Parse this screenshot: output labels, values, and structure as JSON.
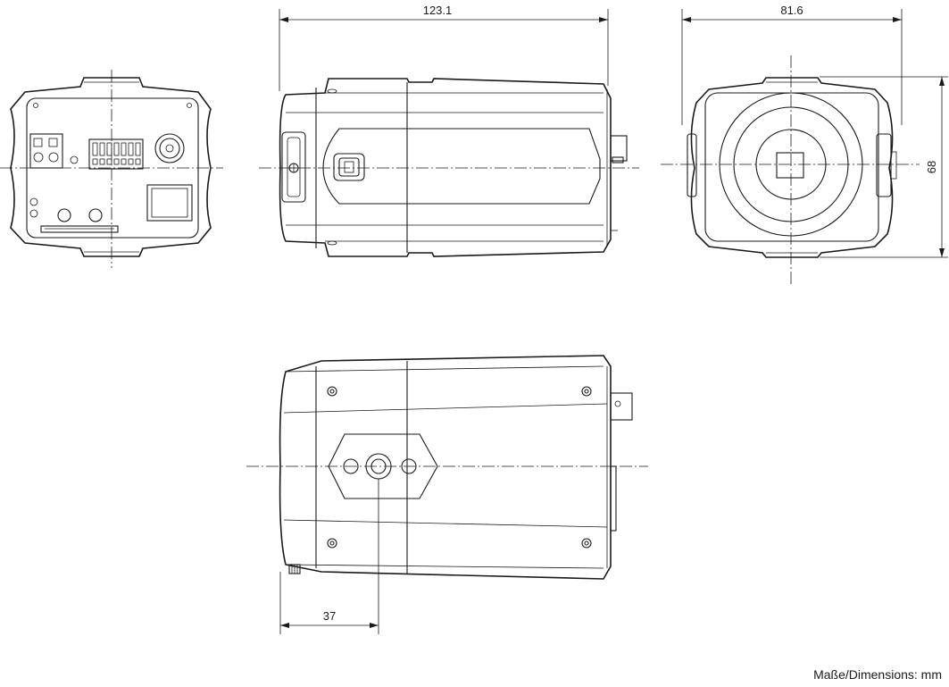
{
  "dimensions": {
    "length": "123.1",
    "width": "81.6",
    "height": "68",
    "mount_offset": "37"
  },
  "units_note": "Maße/Dimensions: mm"
}
